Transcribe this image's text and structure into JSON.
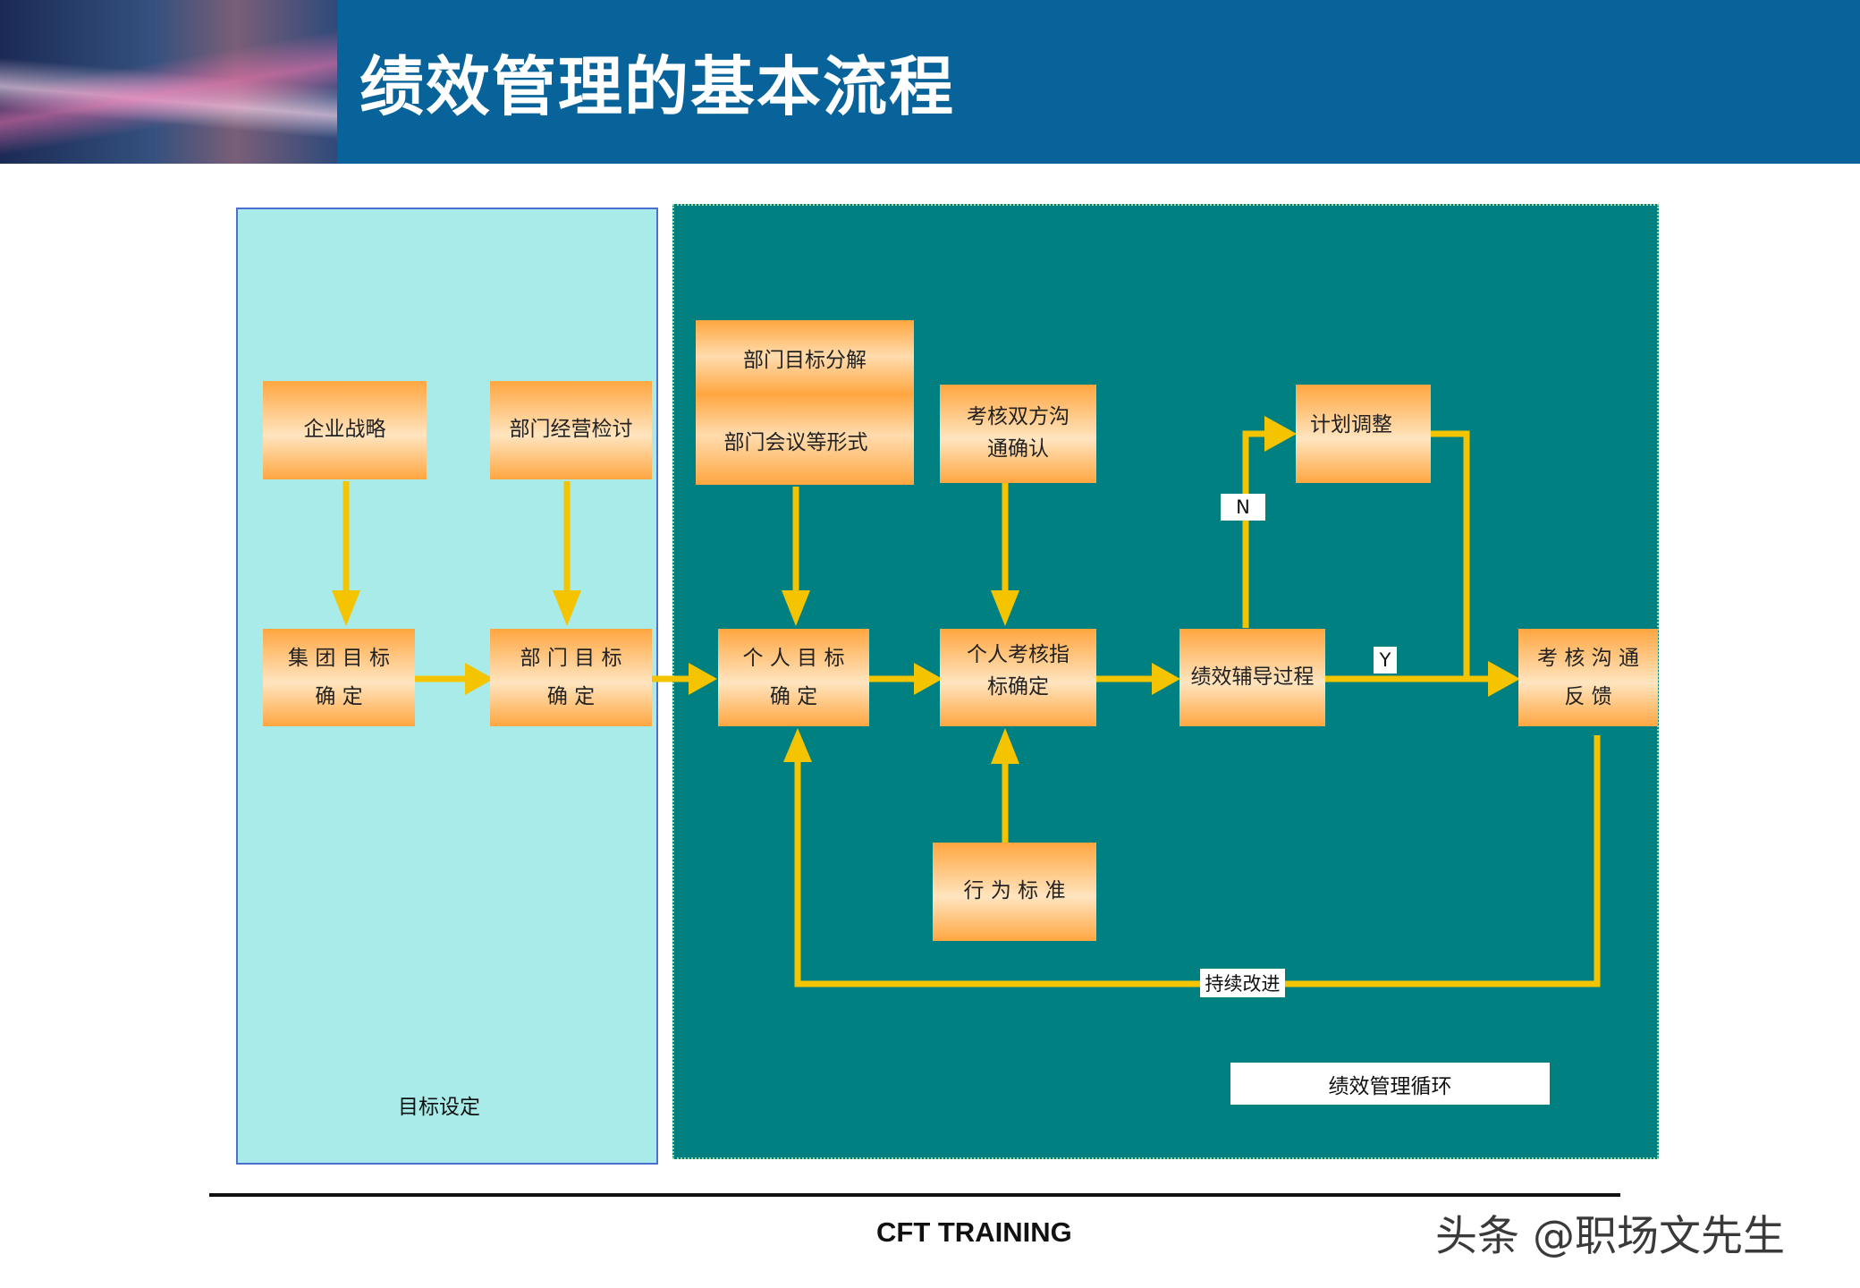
{
  "header": {
    "title": "绩效管理的基本流程"
  },
  "panels": {
    "goal_caption": "目标设定",
    "cycle_caption": "绩效管理循环"
  },
  "boxes": {
    "strategy": "企业战略",
    "dept_review": "部门经营检讨",
    "dept_breakdown_1": "部门目标分解",
    "dept_breakdown_2": "部门会议等形式",
    "two_way_confirm": "考核双方沟\n通确认",
    "plan_adjust": "计划调整",
    "group_goal": "集 团 目 标\n确 定",
    "dept_goal": "部 门 目 标\n确 定",
    "personal_goal": "个 人 目 标\n确 定",
    "personal_kpi": "个人考核指\n标确定",
    "coaching": "绩效辅导过程",
    "feedback": "考 核 沟 通\n反 馈",
    "behavior": "行 为 标 准"
  },
  "labels": {
    "no": "N",
    "yes": "Y",
    "improve": "持续改进"
  },
  "colors": {
    "arrow": "#f5c400",
    "box_dark": "#ffa640",
    "box_light": "#ffe5c0",
    "cycle_bg": "#008080",
    "goal_bg": "#a8ebe8"
  },
  "footer": {
    "text": "CFT TRAINING",
    "watermark": "头条 @职场文先生"
  }
}
